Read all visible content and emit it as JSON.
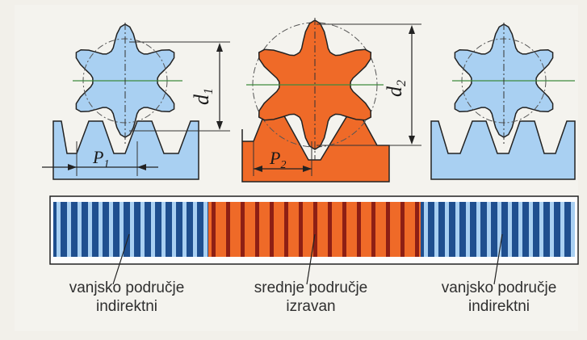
{
  "colors": {
    "light_blue": "#a9d0f2",
    "dark_blue": "#1f4f8f",
    "orange": "#ef6a28",
    "dark_red": "#8e1f14",
    "outline": "#222222",
    "background": "#f2f0ea"
  },
  "dimensions": {
    "p1": "P",
    "p1_sub": "1",
    "p2": "P",
    "p2_sub": "2",
    "d1": "d",
    "d1_sub": "1",
    "d2": "d",
    "d2_sub": "2"
  },
  "captions": [
    {
      "line1": "vanjsko područje",
      "line2": "indirektni"
    },
    {
      "line1": "srednje područje",
      "line2": "izravan"
    },
    {
      "line1": "vanjsko područje",
      "line2": "indirektni"
    }
  ]
}
